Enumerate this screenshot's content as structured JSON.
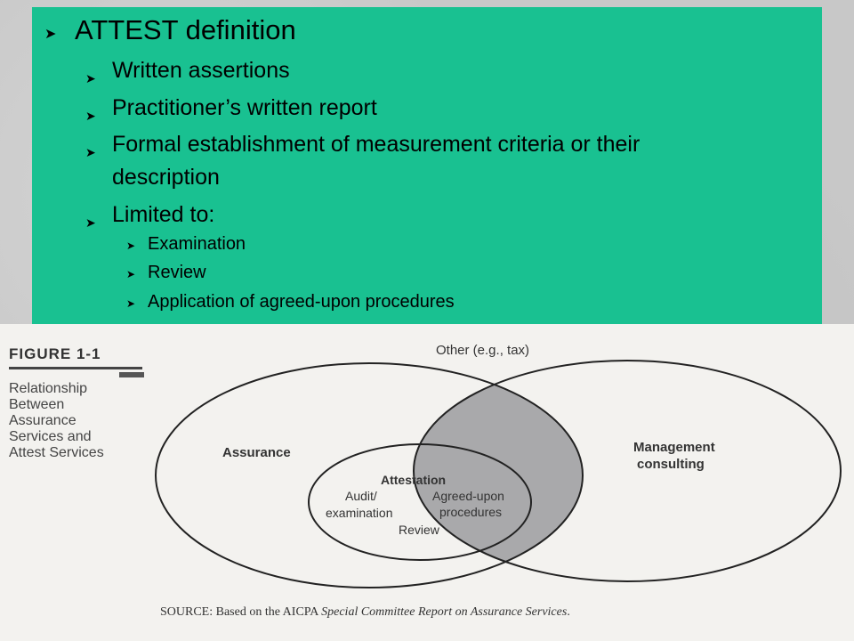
{
  "bullets": {
    "main": "ATTEST definition",
    "items": [
      "Written assertions",
      "Practitioner’s written report",
      "Formal establishment of measurement criteria or their",
      "description",
      "Limited to:"
    ],
    "sub_items": [
      "Examination",
      "Review",
      "Application of agreed-upon procedures"
    ]
  },
  "figure": {
    "label": "FIGURE 1-1",
    "caption_lines": [
      "Relationship",
      "Between",
      "Assurance",
      "Services and",
      "Attest Services"
    ],
    "regions": {
      "other": "Other (e.g., tax)",
      "assurance": "Assurance",
      "management_1": "Management",
      "management_2": "consulting",
      "attestation": "Attestation",
      "audit_1": "Audit/",
      "audit_2": "examination",
      "agreed_1": "Agreed-upon",
      "agreed_2": "procedures",
      "review": "Review"
    },
    "source_prefix": "SOURCE: Based on the AICPA ",
    "source_italic": "Special Committee Report on Assurance Services",
    "source_suffix": "."
  },
  "colors": {
    "green": "#19c191",
    "overlap_gray": "#a9a9ab"
  },
  "icons": {
    "bullet": "arrow-bullet-icon"
  }
}
